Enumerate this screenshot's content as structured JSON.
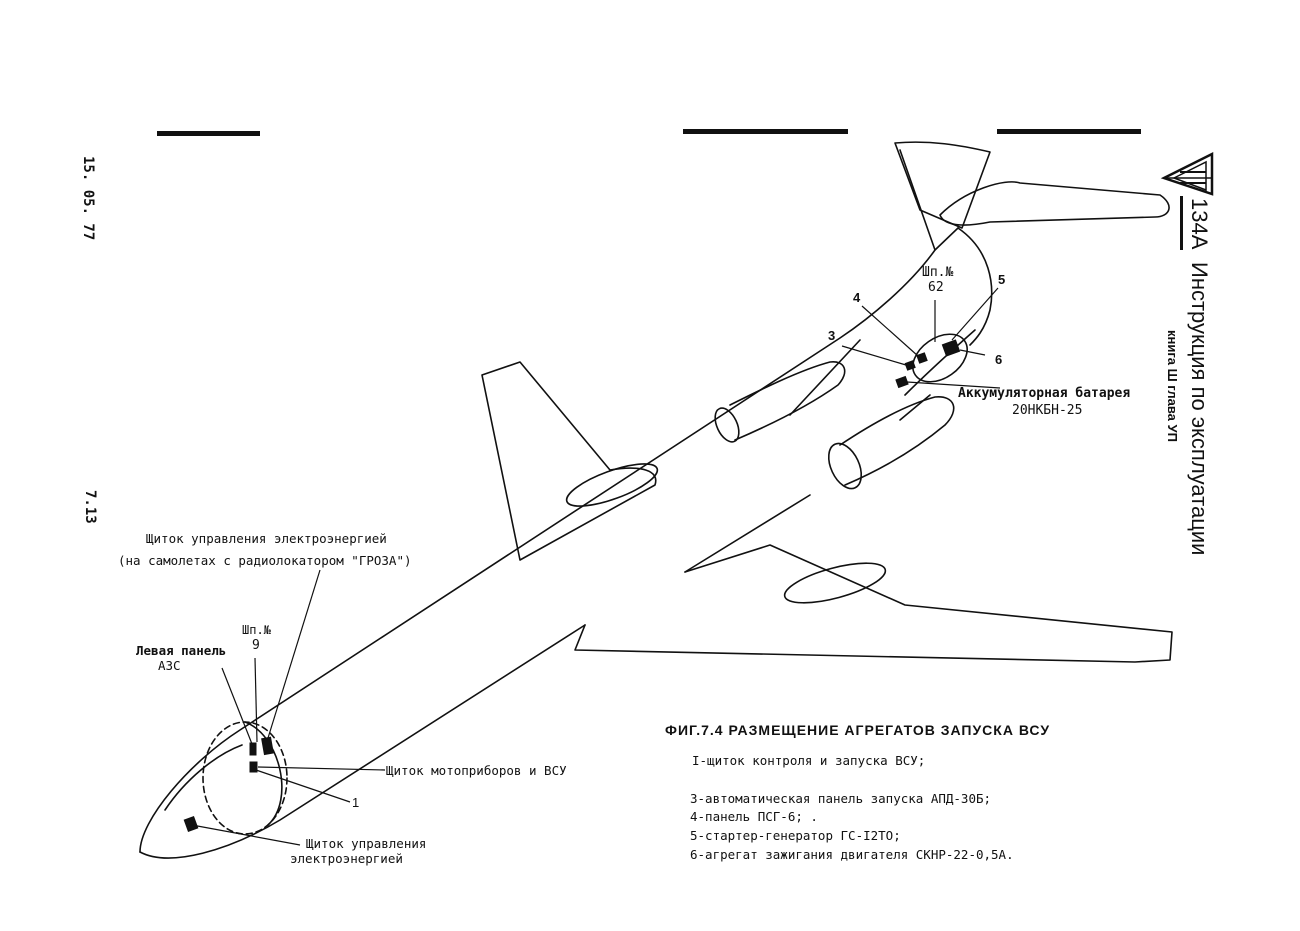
{
  "header": {
    "date": "15. 05. 77",
    "page": "7.13",
    "model": "134А",
    "manual_title": "Инструкция по эксплуатации",
    "book_chapter": "книга Ш глава УП"
  },
  "labels": {
    "frame_top_prefix": "Шп.№",
    "frame_top_number": "62",
    "frame_bottom_prefix": "Шп.№",
    "frame_bottom_number": "9",
    "n1": "1",
    "n3": "3",
    "n4": "4",
    "n5": "5",
    "n6": "6",
    "battery_line1": "Аккумуляторная батарея",
    "battery_line2": "20НКБН-25",
    "power_panel_groza_line1": "Щиток управления электроэнергией",
    "power_panel_groza_line2": "(на самолетах с радиолокатором \"ГРОЗА\")",
    "left_panel_line1": "Левая панель",
    "left_panel_line2": "АЗС",
    "engine_instr_panel": "Щиток мотоприборов и ВСУ",
    "power_panel_line1": "Щиток управления",
    "power_panel_line2": "электроэнергией"
  },
  "caption": {
    "title": "ФИГ.7.4 РАЗМЕЩЕНИЕ АГРЕГАТОВ ЗАПУСКА ВСУ",
    "items": [
      "I-щиток контроля и запуска ВСУ;",
      "3-автоматическая панель запуска АПД-30Б;",
      "4-панель ПСГ-6; .",
      "5-стартер-генератор ГС-I2ТО;",
      "6-агрегат зажигания двигателя СКНР-22-0,5А."
    ]
  }
}
